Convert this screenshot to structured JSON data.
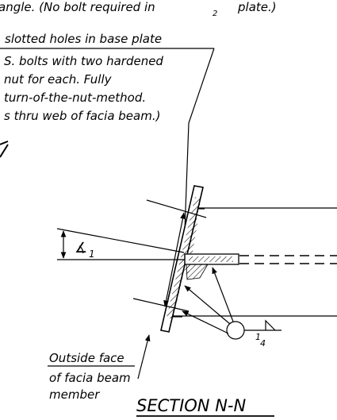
{
  "note_top": "angle.  (No bolt required in",
  "note_top_frac": "2",
  "note_top_end": "plate.)",
  "bolt_note": {
    "line1": "slotted holes in base plate",
    "line2": "S. bolts with two hardened",
    "line3": "nut for each.  Fully",
    "line4": "turn-of-the-nut-method.",
    "line5": "s thru web of facia beam.)"
  },
  "angle_label": "1",
  "weld_size": "1",
  "weld_size_den": "4",
  "face_note": {
    "line1": "Outside face",
    "line2": "of facia beam",
    "line3": "member"
  },
  "section_title": "SECTION N-N"
}
